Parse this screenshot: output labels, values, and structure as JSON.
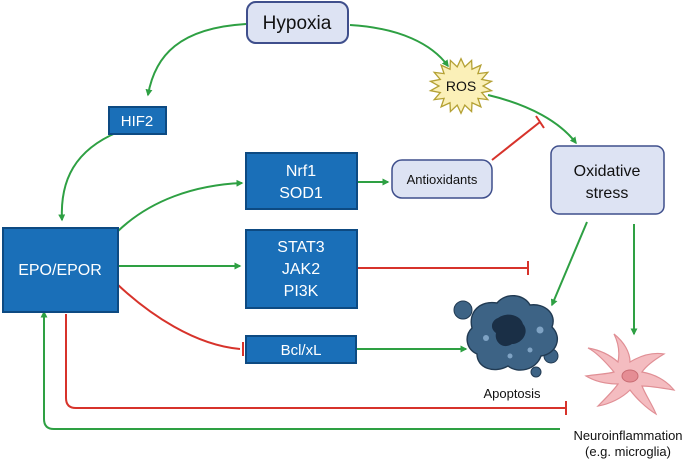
{
  "nodes": {
    "hypoxia": "Hypoxia",
    "hif2": "HIF2",
    "ros": "ROS",
    "epo": "EPO/EPOR",
    "nrf1_sod1": [
      "Nrf1",
      "SOD1"
    ],
    "antioxidants": "Antioxidants",
    "oxidative_stress": [
      "Oxidative",
      "stress"
    ],
    "stat3_jak2_pi3k": [
      "STAT3",
      "JAK2",
      "PI3K"
    ],
    "bcl": "Bcl/xL",
    "apoptosis": "Apoptosis",
    "neuroinflammation": [
      "Neuroinflammation",
      "(e.g. microglia)"
    ]
  },
  "colors": {
    "activation_arrow": "#2ea043",
    "inhibition_arrow": "#d7332b",
    "blue_box_fill": "#1a6fb8",
    "blue_box_border": "#0d4a82",
    "light_box_fill": "#dde3f3",
    "light_box_border": "#3f4f8c",
    "ros_burst": "#fbf0b8",
    "apoptosis_cell": "#3d6385",
    "microglia_cell": "#f4bcc0"
  },
  "icons": {
    "apoptosis": "apoptotic-cell-icon",
    "neuroinflammation": "microglia-cell-icon",
    "ros": "starburst-icon"
  }
}
